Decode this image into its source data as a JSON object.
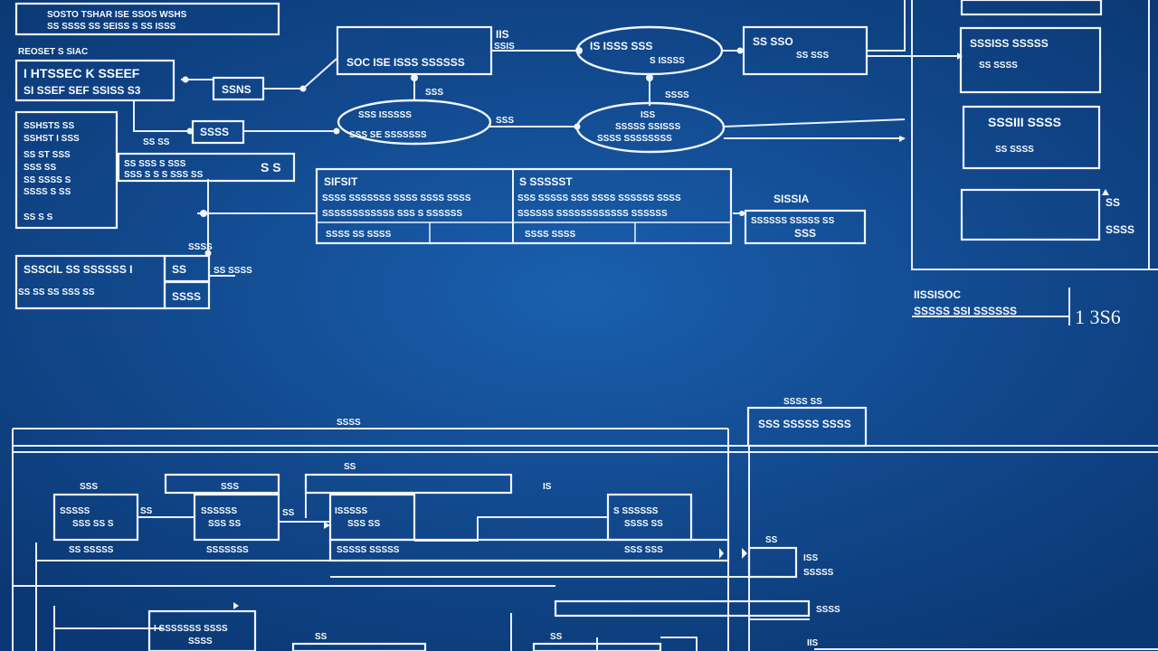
{
  "colors": {
    "background": "#124a8f",
    "line": "#f1f6ff"
  },
  "labels": {
    "top_bar_1": "SOSTO TSHAR ISE SSOS WSHS",
    "top_bar_2": "SS SSSS SS SEISS S SS ISSS",
    "left_tag": "REOSET S  SIAC",
    "left_block_1": "I HTSSEC K SSEEF",
    "left_block_2": "SI SSEF SEF  SSISS S3",
    "small_box_1": "SSNS",
    "list_1": "SSHSTS SS",
    "list_2": "SSHST I SSS",
    "list_3": "SS ST  SSS",
    "list_4": "SSS SS",
    "list_5": "SS SSSS S",
    "list_6": "SSSS S SS",
    "list_7": "SS S S",
    "side_mid_1": "SS SSS S SSS",
    "side_mid_2": "SSS S S S SSS SS",
    "side_mid_3": "S S",
    "small_box_2": "SSSS",
    "side_label_1": "SS SS",
    "top_center": "SOC ISE  ISSS SSSSSS",
    "top_mark": "IIS",
    "top_mark_2": "SSIS",
    "ellipse_1": "IS ISSS SSS",
    "ellipse_1b": "S ISSSS",
    "right_box_1a": "SS SSO",
    "right_box_1b": "SS SSS",
    "ellipse_2a": "SSS  ISSSSS",
    "ellipse_2b": "SSS SE SSSSSSS",
    "mid_label_1": "SSS",
    "mid_label_2": "SSSS",
    "ellipse_3a": "ISS",
    "ellipse_3b": "SSSSS SSISSS",
    "ellipse_3c": "SSSS SSSSSSSS",
    "mid_label_3": "SSS",
    "table_h1": "SIFSIT",
    "table_h2": "S  SSSSST",
    "table_r1a": "SSSS SSSSSSS SSSS SSSS SSSS",
    "table_r1b": "SSS SSSSS SSS SSSS SSSSSS SSSS",
    "table_r2a": "SSSSSSSSSSSS SSS S SSSSSS",
    "table_r2b": "SSSSSS SSSSSSSSSSSS SSSSSS",
    "table_r3a": "SSSS SS SSSS",
    "table_r3b": "SSSS SSSS",
    "right_tab_head": "SISSIA",
    "right_tab_r1": "SSSSSS SSSSS SS",
    "right_tab_r2": "SSS",
    "left_mid_1": "SSSS",
    "left_bar_1": "SSSCIL SS SSSSSS I",
    "left_bar_2": "SS SS SS  SSS SS",
    "left_bar_3": "SS",
    "left_bar_4": "SSSS",
    "left_bar_5": "SS SSSS",
    "panel_1a": "SSSISS  SSSSS",
    "panel_1b": "SS SSSS",
    "panel_2a": "SSSIII SSSS",
    "panel_2b": "SS SSSS",
    "panel_3": "SS",
    "panel_side": "SSSS",
    "title_1": "IISSISOC",
    "title_2": "SSSSS SSI SSSSSS",
    "title_num": "1 3S6",
    "bottom_tag_1": "SSSS SS",
    "bottom_tag_2": "SSS SSSSS  SSSS",
    "bottom_mark": "SSSS",
    "b_label_1": "SSS",
    "b_box_1a": "SSSSS",
    "b_box_1b": "SSS SS S",
    "b_label_2": "SSS",
    "b_box_2a": "SSSSSS",
    "b_box_2b": "SSS SS",
    "b_label_3": "SS",
    "b_box_3a": "ISSSSS",
    "b_box_3b": "SSS SS",
    "b_box_4a": "S SSSSSS",
    "b_box_4b": "SSSS SS",
    "b_label_4": "IS",
    "b_row_1": "SS SSSSS",
    "b_row_2": "SSSSSSS",
    "b_row_3": "SSSSS  SSSSS",
    "b_row_4": "SSS SSS",
    "b_label_5": "SS",
    "b_right_1": "ISS",
    "b_right_2": "SSSSS",
    "b_right_3": "SSSS",
    "b_right_4": "IIS",
    "b_box_5a": "I SSSSSSS SSSS",
    "b_box_5b": "SSSS",
    "b_small_1": "SS",
    "b_small_2": "SS",
    "b_small_3": "SS",
    "b_small_4": "SS"
  }
}
